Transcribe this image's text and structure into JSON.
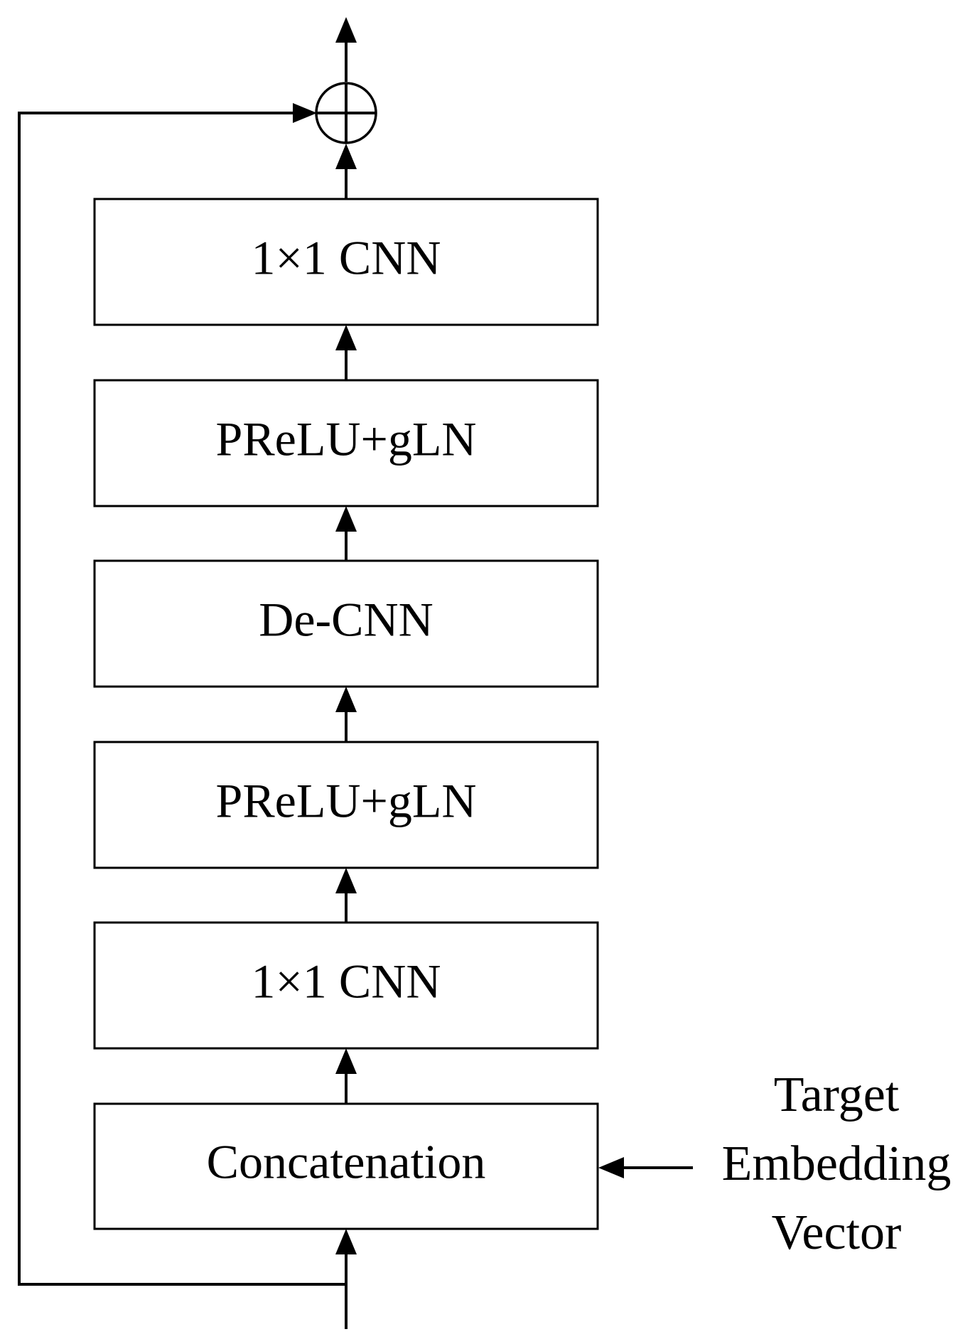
{
  "blocks": [
    {
      "id": "conv-out",
      "label": "1×1 CNN"
    },
    {
      "id": "prelu-gln-2",
      "label": "PReLU+gLN"
    },
    {
      "id": "de-cnn",
      "label": "De-CNN"
    },
    {
      "id": "prelu-gln-1",
      "label": "PReLU+gLN"
    },
    {
      "id": "conv-in",
      "label": "1×1 CNN"
    },
    {
      "id": "concatenation",
      "label": "Concatenation"
    }
  ],
  "side_input": {
    "lines": [
      "Target",
      "Embedding",
      "Vector"
    ]
  },
  "sum_node": {
    "symbol": "⊕",
    "icon": "circled-plus-icon"
  },
  "colors": {
    "stroke": "#000000",
    "fill": "#ffffff"
  }
}
